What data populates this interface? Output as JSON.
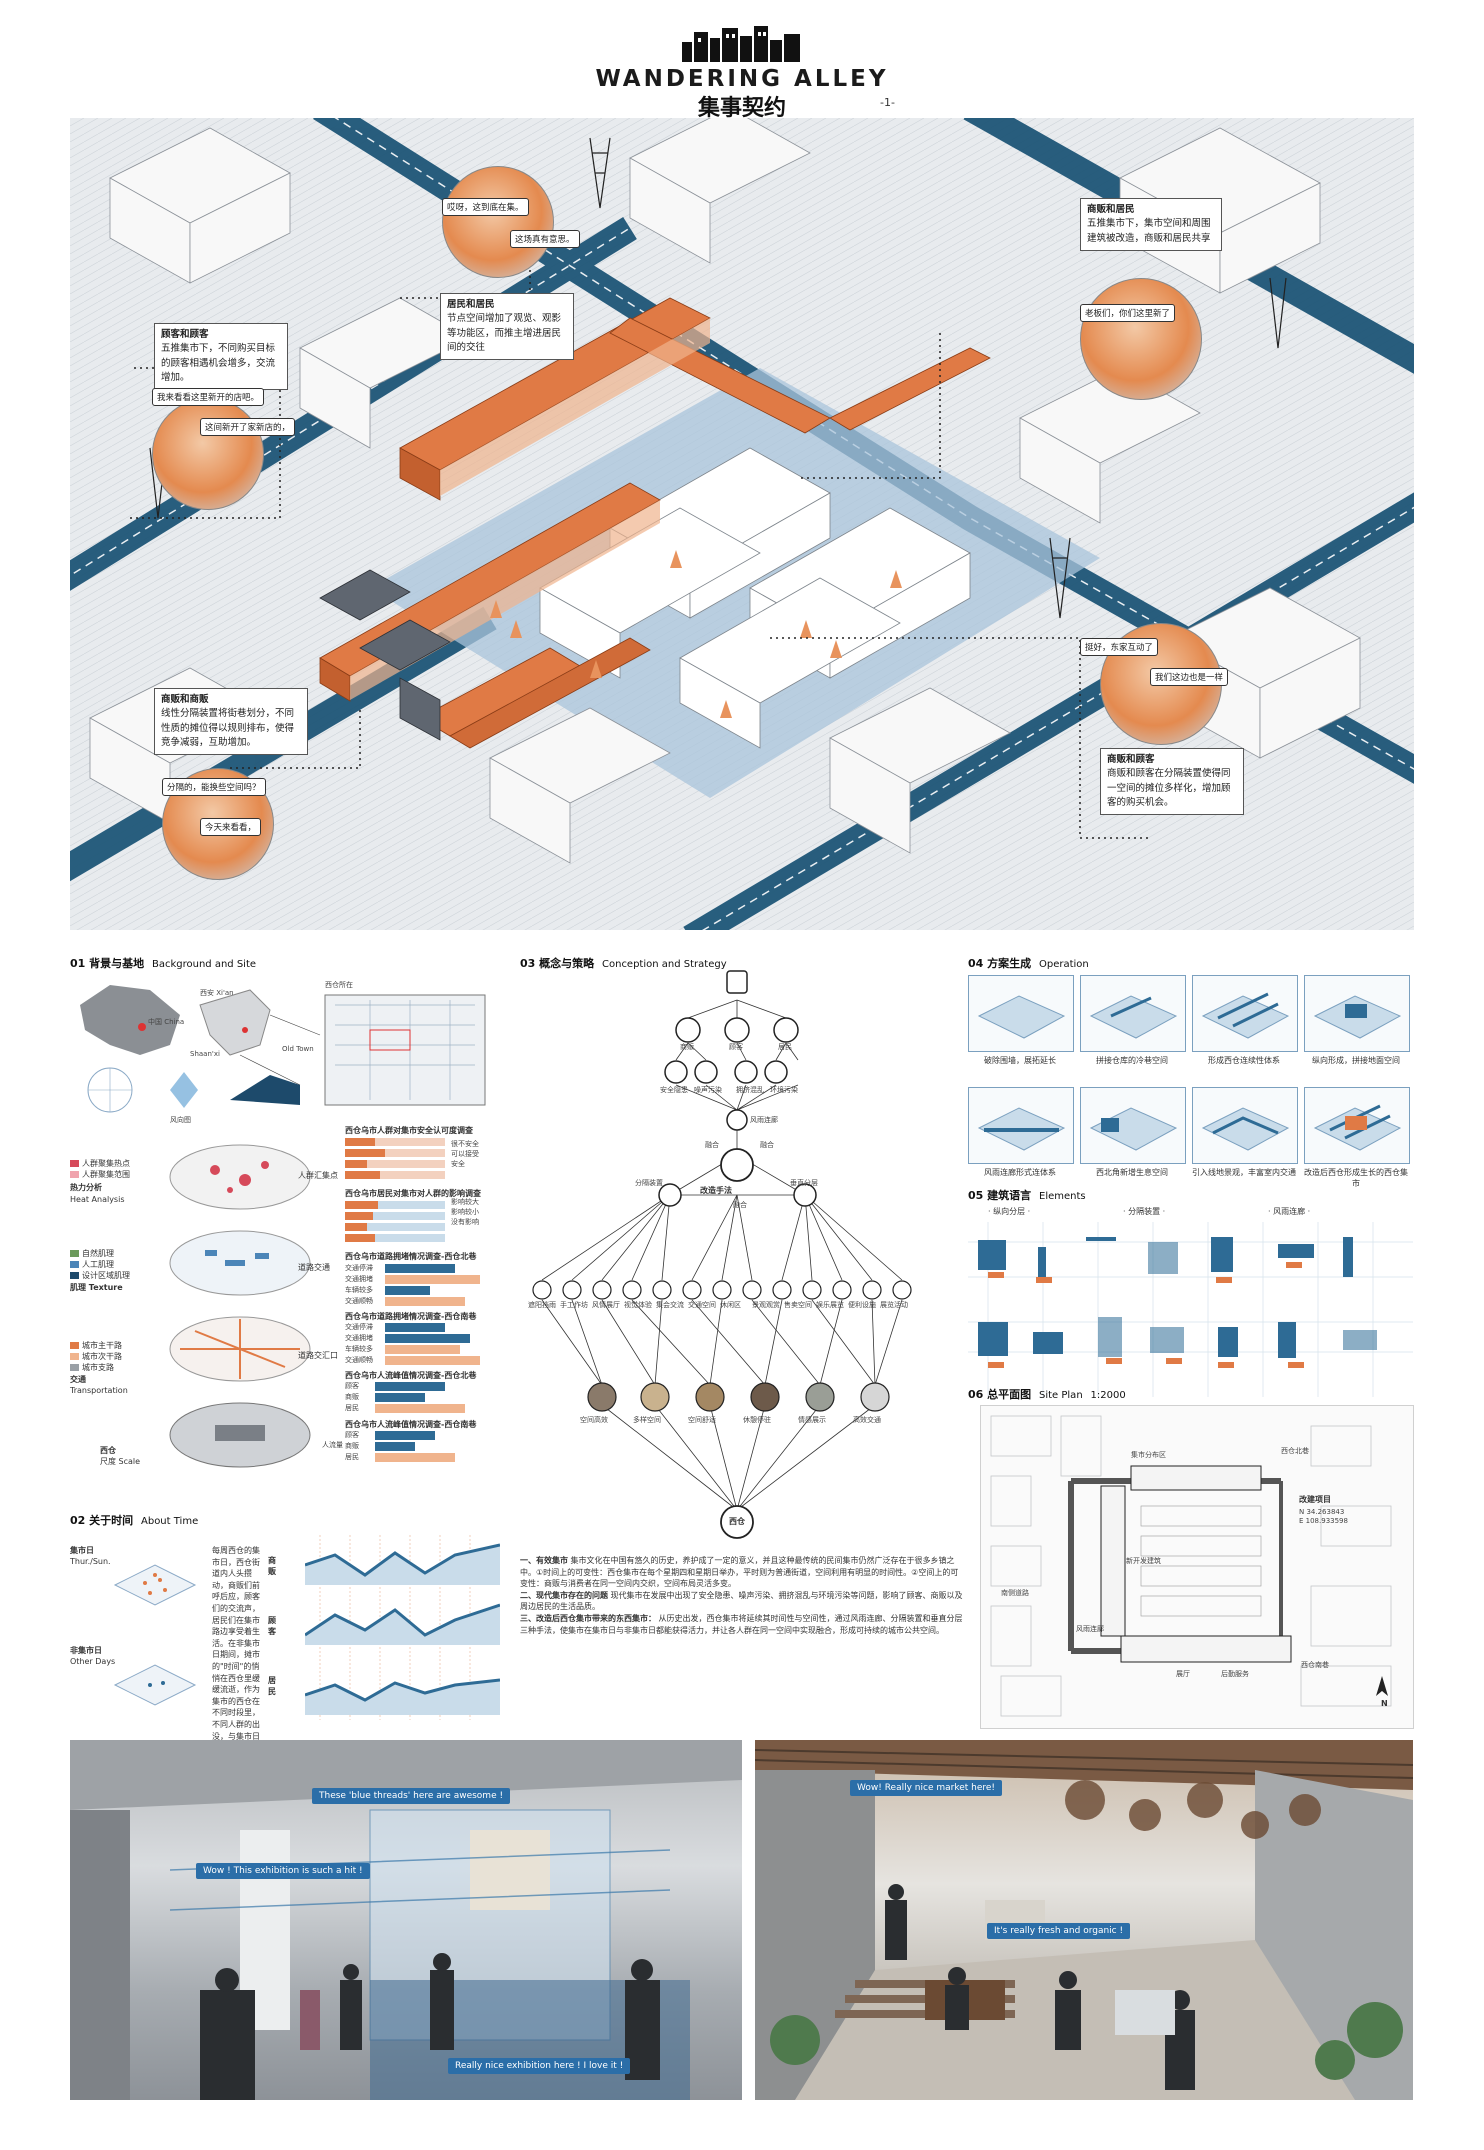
{
  "header": {
    "title_en": "WANDERING ALLEY",
    "title_cn": "集事契约",
    "page_no": "-1-"
  },
  "hero": {
    "callouts": [
      {
        "id": "c1",
        "label": "顾客和顾客",
        "text": "五推集市下，不同购买目标的顾客相遇机会增多，交流增加。"
      },
      {
        "id": "c2",
        "label": "居民和居民",
        "text": "节点空间增加了观览、观影等功能区，而推主增进居民间的交往"
      },
      {
        "id": "c3",
        "label": "商贩和居民",
        "text": "五推集市下，集市空间和周围建筑被改造，商贩和居民共享"
      },
      {
        "id": "c4",
        "label": "商贩和商贩",
        "text": "线性分隔装置将街巷划分，不同性质的摊位得以规则排布，使得竞争减弱，互助增加。"
      },
      {
        "id": "c5",
        "label": "商贩和顾客",
        "text": "商贩和顾客在分隔装置使得同一空间的摊位多样化，增加顾客的购买机会。"
      }
    ],
    "bubbles": [
      {
        "id": "b1",
        "text": "哎呀，这到底在集。"
      },
      {
        "id": "b2",
        "text": "这场真有意思。"
      },
      {
        "id": "b3",
        "text": "我来看看这里新开的店吧。"
      },
      {
        "id": "b4",
        "text": "这间新开了家新店的，"
      },
      {
        "id": "b5",
        "text": "老板们，你们这里新了"
      },
      {
        "id": "b6",
        "text": "挺好，东家互动了"
      },
      {
        "id": "b7",
        "text": "我们这边也是一样"
      },
      {
        "id": "b8",
        "text": "分隔的，能换些空间吗？"
      },
      {
        "id": "b9",
        "text": "今天来看看，"
      }
    ]
  },
  "s01": {
    "num": "01",
    "title_cn": "背景与基地",
    "title_en": "Background and Site",
    "map_labels": [
      "中国 China",
      "西安 Xi'an",
      "Shaan'xi",
      "Old Town",
      "风向图",
      "西仓所在"
    ],
    "layers": [
      {
        "cn": "热力分析",
        "en": "Heat Analysis",
        "legend": [
          "人群聚集热点",
          "人群聚集范围"
        ],
        "right": "人群汇集点"
      },
      {
        "cn": "肌理",
        "en": "Texture",
        "legend": [
          "自然肌理",
          "人工肌理",
          "设计区域肌理"
        ],
        "right": "道路交通"
      },
      {
        "cn": "交通",
        "en": "Transportation",
        "legend": [
          "城市主干路",
          "城市次干路",
          "城市支路"
        ],
        "right": "道路交汇口"
      },
      {
        "cn": "西仓",
        "en": "尺度 Scale",
        "legend": [],
        "right": ""
      }
    ],
    "survey_titles": [
      "西仓乌市人群对集市安全认可度调查",
      "西仓乌市居民对集市对人群的影响调查",
      "西仓乌市道路拥堵情况调查-西仓北巷",
      "西仓乌市道路拥堵情况调查-西仓南巷",
      "西仓乌市人流峰值情况调查-西仓北巷",
      "西仓乌市人流峰值情况调查-西仓南巷"
    ],
    "safety_legend": [
      "很不安全",
      "可以接受",
      "安全"
    ],
    "impact_legend": [
      "影响较大",
      "影响较小",
      "没有影响"
    ],
    "traffic_rows": [
      "交通停滞",
      "交通拥堵",
      "车辆较多",
      "交通顺畅"
    ],
    "people_rows": [
      "顾客",
      "商贩",
      "居民"
    ],
    "people_axis": "人流量"
  },
  "s02": {
    "num": "02",
    "title_cn": "关于时间",
    "title_en": "About Time",
    "days": [
      {
        "cn": "集市日",
        "en": "Thur./Sun."
      },
      {
        "cn": "非集市日",
        "en": "Other Days"
      }
    ],
    "text": "每周西仓的集市日，西仓街道内人头攒动，商贩们前呼后应，顾客们的交流声，居民们在集市路边享受着生活。在非集市日期间，摊市的\"时间\"的悄悄在西仓里缓缓流逝，作为集市的西仓在不同时段里，不同人群的出没，与集市日构成节奏。",
    "rows": [
      "商贩",
      "顾客",
      "居民"
    ]
  },
  "s03": {
    "num": "03",
    "title_cn": "概念与策略",
    "title_en": "Conception and Strategy",
    "roles": [
      "商贩",
      "顾客",
      "居民"
    ],
    "issues": [
      "安全隐患",
      "噪声污染",
      "拥挤混乱",
      "环境污染"
    ],
    "strategy_top": "风雨连廊",
    "strategy_center": "改造手法",
    "strategy_left": "分隔装置",
    "strategy_right": "垂直分层",
    "link_words": [
      "融合",
      "融合",
      "融合"
    ],
    "functions": [
      "遮阳挡雨",
      "手工作坊",
      "风情展厅",
      "视觉体验",
      "集会交流",
      "交通空间",
      "休闲区",
      "景观观赏",
      "售卖空间",
      "娱乐展览",
      "便利设施",
      "展览活动"
    ],
    "outcomes": [
      "空间高效",
      "多样空间",
      "空间舒适",
      "休憩停驻",
      "情感展示",
      "高效交通"
    ],
    "root": "西仓",
    "body_title_1": "一、有效集市",
    "body_1": "集市文化在中国有悠久的历史，养护成了一定的意义，并且这种最传统的民间集市仍然广泛存在于很多乡镇之中。①时间上的可变性：西仓集市在每个星期四和星期日举办，平时则为普通街道，空间利用有明显的时间性。②空间上的可变性：商贩与消费者在同一空间内交织，空间布局灵活多变。",
    "body_title_2": "二、现代集市存在的问题",
    "body_2": "现代集市在发展中出现了安全隐患、噪声污染、拥挤混乱与环境污染等问题，影响了顾客、商贩以及周边居民的生活品质。",
    "body_title_3": "三、改造后西仓集市带来的东西集市：",
    "body_3": "从历史出发，西仓集市将延续其时间性与空间性，通过风雨连廊、分隔装置和垂直分层三种手法，使集市在集市日与非集市日都能获得活力，并让各人群在同一空间中实现融合，形成可持续的城市公共空间。"
  },
  "s04": {
    "num": "04",
    "title_cn": "方案生成",
    "title_en": "Operation",
    "steps": [
      "破除围墙，展拓延长",
      "拼接仓库的冷巷空间",
      "形成西仓连续性体系",
      "纵向形成，拼接地面空间",
      "风雨连廊形式连体系",
      "西北角新增生息空间",
      "引入线地景观，丰富室内交通",
      "改造后西仓形成生长的西仓集市"
    ]
  },
  "s05": {
    "num": "05",
    "title_cn": "建筑语言",
    "title_en": "Elements",
    "groups": [
      "· 纵向分层 ·",
      "· 分隔装置 ·",
      "· 风雨连廊 ·"
    ]
  },
  "s06": {
    "num": "06",
    "title_cn": "总平面图",
    "title_en": "Site Plan",
    "scale": "1:2000",
    "labels": [
      "改建项目",
      "N 34.263843",
      "E 108.933598",
      "西仓北巷",
      "西仓南巷",
      "集市分布区",
      "新开发建筑",
      "风雨连廊",
      "南侧道路",
      "展厅",
      "后勤服务"
    ],
    "north": "N"
  },
  "renders": {
    "left": [
      "These 'blue threads' here are awesome !",
      "Wow ! This exhibition is such a hit !",
      "Really nice exhibition here ! I love it !"
    ],
    "right": [
      "Wow! Really nice market here!",
      "It's really fresh and organic !"
    ]
  },
  "colors": {
    "accent_orange": "#e07a45",
    "accent_blue": "#2e6b95",
    "light_blue": "#c9dcea",
    "dark_blue": "#1d4a6b"
  }
}
